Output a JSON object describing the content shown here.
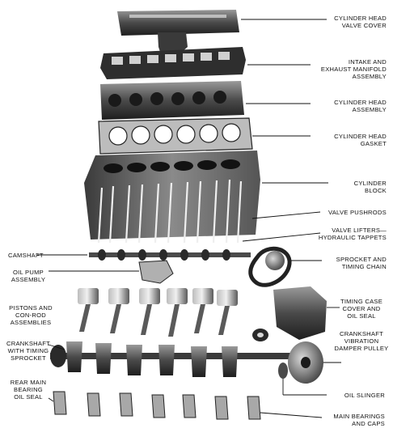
{
  "labels": {
    "cylinder_head_valve_cover": "CYLINDER HEAD\nVALVE COVER",
    "intake_exhaust_manifold": "INTAKE AND\nEXHAUST MANIFOLD\nASSEMBLY",
    "cylinder_head_assembly": "CYLINDER HEAD\nASSEMBLY",
    "cylinder_head_gasket": "CYLINDER HEAD\nGASKET",
    "cylinder_block": "CYLINDER\nBLOCK",
    "valve_pushrods": "VALVE PUSHRODS",
    "valve_lifters": "VALVE LIFTERS—\nHYDRAULIC TAPPETS",
    "camshaft": "CAMSHAFT",
    "sprocket_timing_chain": "SPROCKET AND\nTIMING CHAIN",
    "oil_pump_assembly": "OIL PUMP\nASSEMBLY",
    "pistons_conrods": "PISTONS AND\nCON-ROD\nASSEMBLIES",
    "timing_case_cover": "TIMING CASE\nCOVER AND\nOIL SEAL",
    "crankshaft_sprocket": "CRANKSHAFT\nWITH TIMING\nSPROCKET",
    "vibration_damper": "CRANKSHAFT\nVIBRATION\nDAMPER PULLEY",
    "rear_main_bearing_seal": "REAR MAIN\nBEARING\nOIL SEAL",
    "oil_slinger": "OIL SLINGER",
    "main_bearings_caps": "MAIN BEARINGS\nAND CAPS"
  },
  "colors": {
    "ink": "#111111",
    "metal_dark": "#2a2a2a",
    "metal_mid": "#6e6e6e",
    "metal_light": "#c8c8c8",
    "paper": "#ffffff"
  }
}
